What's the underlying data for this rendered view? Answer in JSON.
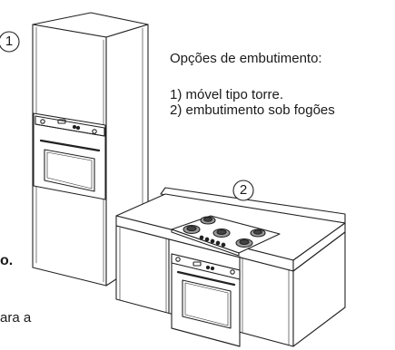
{
  "caption": {
    "title": "Opções de embutimento:",
    "option1": "1) móvel tipo torre.",
    "option2": "2) embutimento sob fogões"
  },
  "markers": {
    "tower": "1",
    "counter": "2"
  },
  "fragments": {
    "cut_bold": "o.",
    "cut_bottom": "ara a"
  }
}
